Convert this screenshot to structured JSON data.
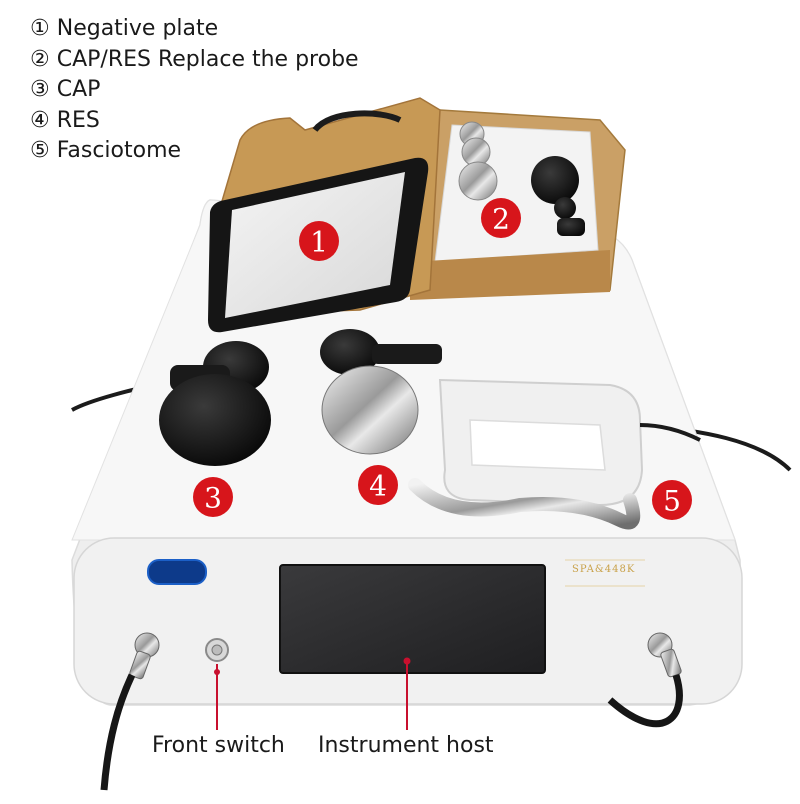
{
  "legend": {
    "items": [
      {
        "marker": "①",
        "text": "Negative plate"
      },
      {
        "marker": "②",
        "text": "CAP/RES Replace the probe"
      },
      {
        "marker": "③",
        "text": "CAP"
      },
      {
        "marker": "④",
        "text": "RES"
      },
      {
        "marker": "⑤",
        "text": "Fasciotome"
      }
    ]
  },
  "badges": [
    "1",
    "2",
    "3",
    "4",
    "5"
  ],
  "device": {
    "brand_label": "SPA&448K"
  },
  "callouts": {
    "front_switch": "Front switch",
    "instrument_host": "Instrument host"
  },
  "colors": {
    "badge_red": "#d7151b",
    "callout_line": "#c8102e",
    "device_body": "#f4f4f4",
    "screen": "#2e2e30",
    "box_kraft": "#c99a5b",
    "probe_black": "#141414",
    "brand_gold": "#c9a24a"
  }
}
